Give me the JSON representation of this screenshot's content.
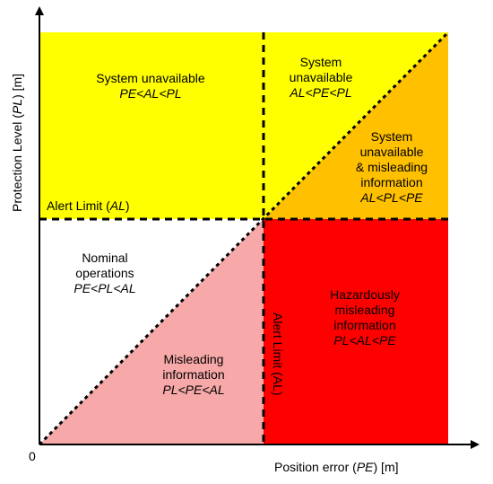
{
  "colors": {
    "yellow": "#ffff00",
    "orange": "#ffc000",
    "red": "#ff0000",
    "pink": "#f7a8a8",
    "white": "#ffffff",
    "line": "#000000"
  },
  "axes": {
    "origin_label": "0",
    "x_label": {
      "prefix": "Position error (",
      "italic": "PE",
      "suffix": ") [m]"
    },
    "y_label": {
      "prefix": "Protection Level (",
      "italic": "PL",
      "suffix": ") [m]"
    }
  },
  "alert_limit_h": {
    "prefix": "Alert Limit (",
    "italic": "AL",
    "suffix": ")"
  },
  "alert_limit_v": "Alert Limit (AL)",
  "regions": {
    "unavailable_left": {
      "line1": "System unavailable",
      "formula": "PE<AL<PL"
    },
    "unavailable_right": {
      "line1": "System",
      "line2": "unavailable",
      "formula": "AL<PE<PL"
    },
    "unavailable_misleading": {
      "line1": "System",
      "line2": "unavailable",
      "line3": "& misleading",
      "line4": "information",
      "formula": "AL<PL<PE"
    },
    "nominal": {
      "line1": "Nominal",
      "line2": "operations",
      "formula": "PE<PL<AL"
    },
    "hazardous": {
      "line1": "Hazardously",
      "line2": "misleading",
      "line3": "information",
      "formula": "PL<AL<PE"
    },
    "misleading": {
      "line1": "Misleading",
      "line2": "information",
      "formula": "PL<PE<AL"
    }
  }
}
